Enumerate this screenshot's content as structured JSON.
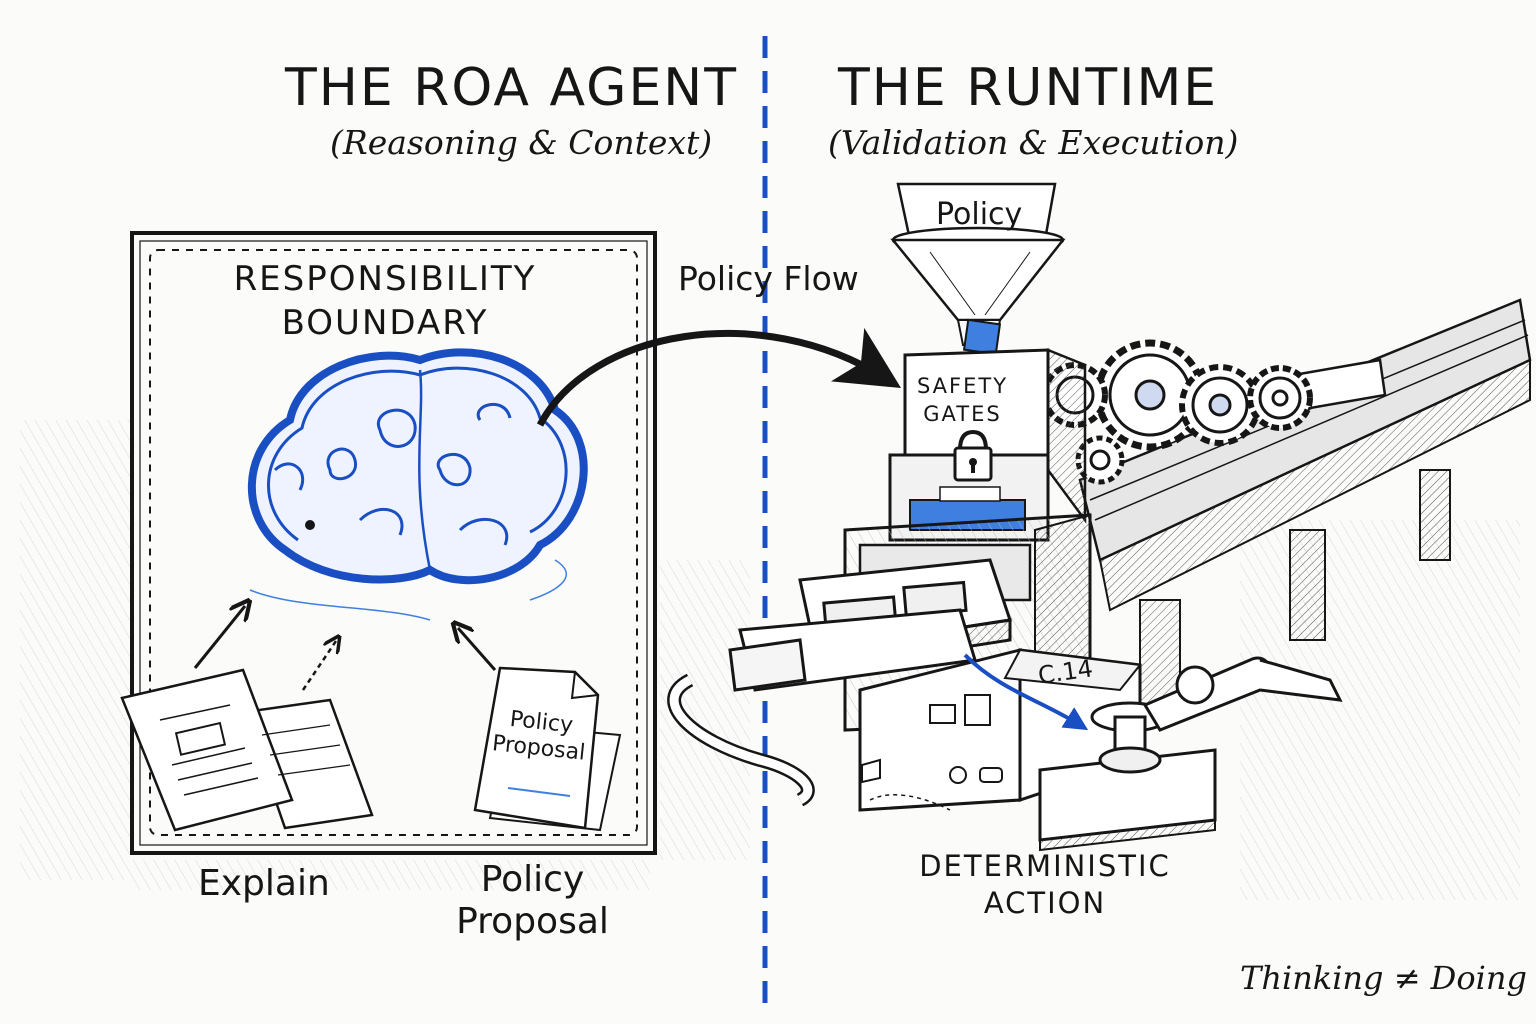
{
  "left": {
    "title": "THE ROA AGENT",
    "subtitle": "(Reasoning & Context)",
    "boundary_label_line1": "RESPONSIBILITY",
    "boundary_label_line2": "BOUNDARY",
    "paper_label_line1": "Policy",
    "paper_label_line2": "Proposal",
    "caption_explain": "Explain",
    "caption_policy_line1": "Policy",
    "caption_policy_line2": "Proposal"
  },
  "right": {
    "title": "THE RUNTIME",
    "subtitle": "(Validation & Execution)",
    "funnel_label": "Policy",
    "gate_label_line1": "SAFETY",
    "gate_label_line2": "GATES",
    "block_mark": "C.14",
    "caption_line1": "DETERMINISTIC",
    "caption_line2": "ACTION"
  },
  "flow_label": "Policy Flow",
  "footer": "Thinking ≠ Doing",
  "colors": {
    "ink": "#161616",
    "accent_blue": "#1a4fc4",
    "light_blue": "#3f7fe0",
    "paper": "#fbfbfa"
  }
}
